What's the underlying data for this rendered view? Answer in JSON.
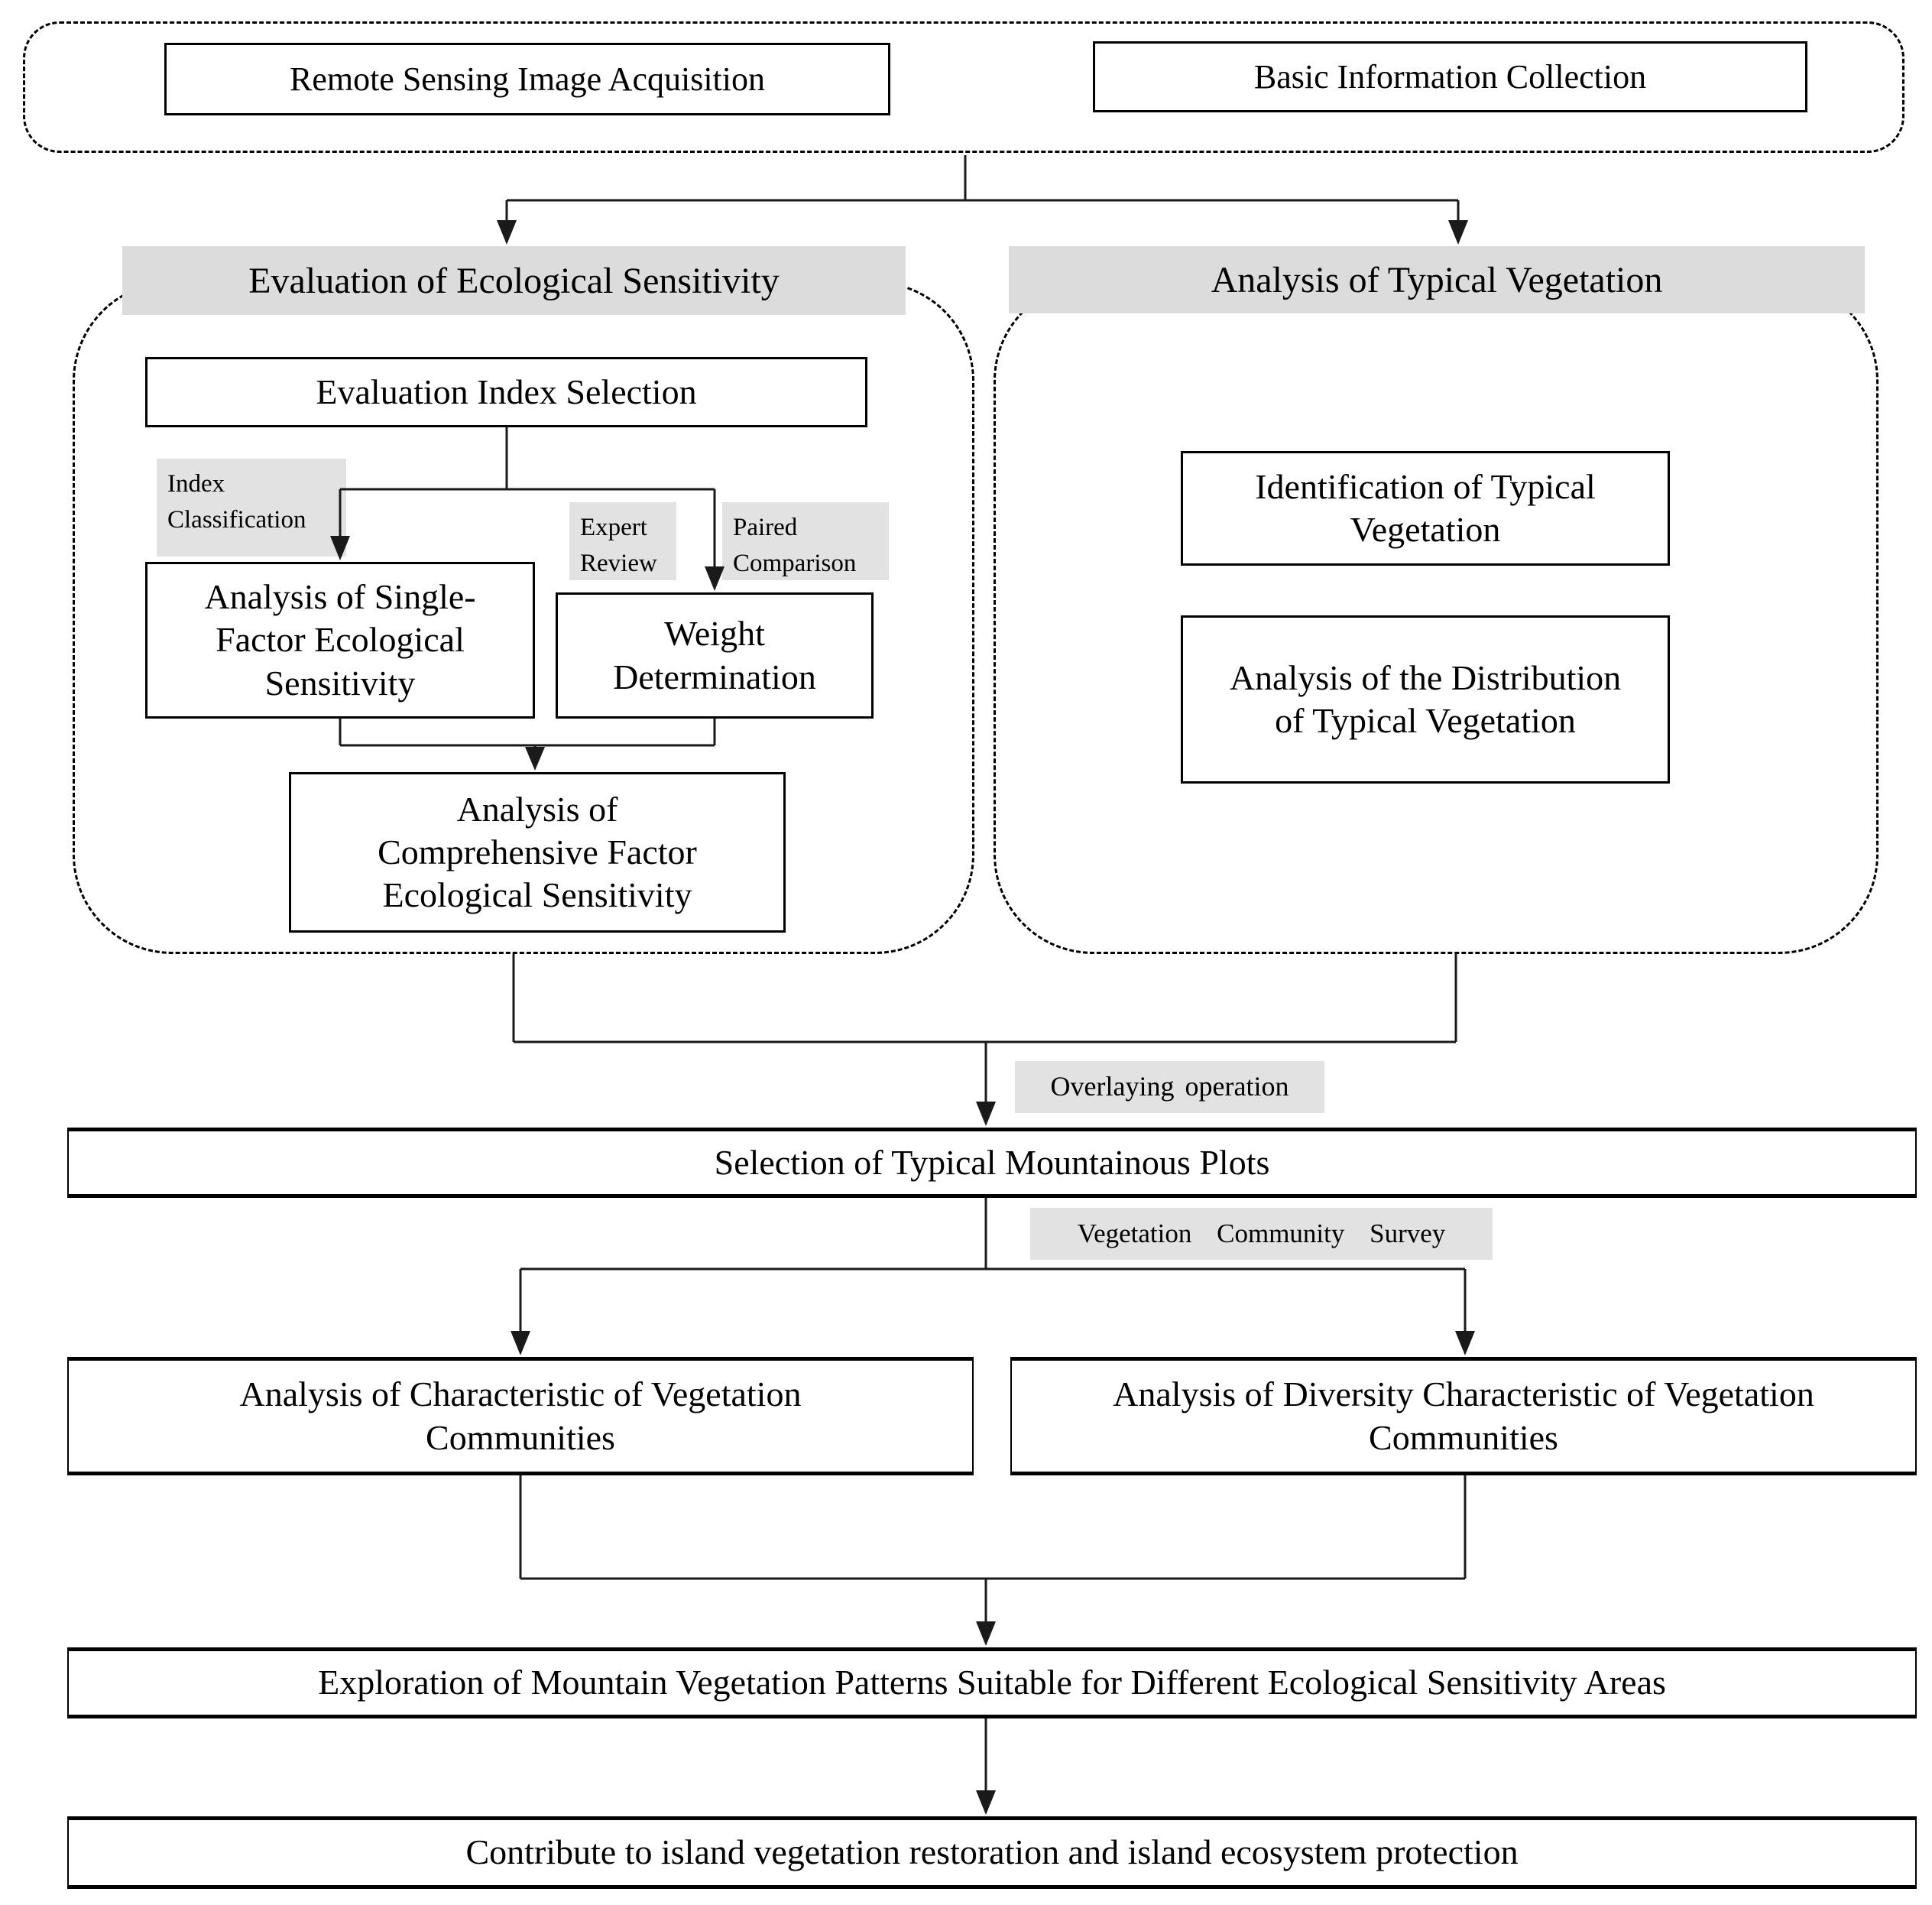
{
  "top_section": {
    "remote_sensing": "Remote Sensing Image Acquisition",
    "basic_info": "Basic Information Collection"
  },
  "sensitivity_branch": {
    "header": "Evaluation of Ecological Sensitivity",
    "index_selection": "Evaluation Index Selection",
    "index_classification_label": "Index Classification",
    "expert_review_label": "Expert Review",
    "paired_comparison_label": "Paired Comparison",
    "single_factor": "Analysis of Single-Factor Ecological Sensitivity",
    "weight_determination": "Weight Determination",
    "comprehensive": "Analysis of Comprehensive Factor Ecological Sensitivity"
  },
  "vegetation_branch": {
    "header": "Analysis of Typical Vegetation",
    "identification": "Identification of Typical Vegetation",
    "distribution": "Analysis of the Distribution of Typical Vegetation"
  },
  "middle_flow": {
    "overlaying_label": "Overlaying operation",
    "plot_selection": "Selection of Typical Mountainous Plots",
    "survey_label": "Vegetation Community Survey",
    "characteristic_analysis": "Analysis of Characteristic of Vegetation Communities",
    "diversity_analysis": "Analysis of Diversity Characteristic of Vegetation Communities"
  },
  "bottom_flow": {
    "exploration": "Exploration of Mountain Vegetation Patterns Suitable for Different Ecological Sensitivity Areas",
    "contribution": "Contribute to island vegetation restoration and island ecosystem protection"
  },
  "colors": {
    "header_bg": "#dcdcdc",
    "label_bg": "#e2e2e2",
    "line": "#1a1a1a",
    "box_border": "#000000",
    "background": "#ffffff"
  }
}
